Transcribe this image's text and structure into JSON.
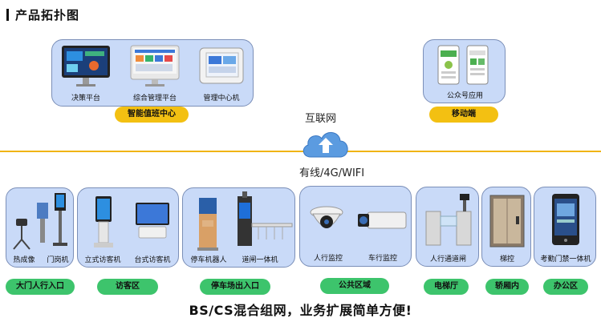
{
  "title": "产品拓扑图",
  "center": {
    "items": [
      "决策平台",
      "综合管理平台",
      "管理中心机"
    ],
    "label": "智能值班中心"
  },
  "mobile": {
    "items": [
      "公众号应用"
    ],
    "label": "移动端"
  },
  "internet": {
    "label": "互联网",
    "link": "有线/4G/WIFI"
  },
  "zones": [
    {
      "items": [
        "热成像",
        "门岗机"
      ],
      "label": "大门人行入口"
    },
    {
      "items": [
        "立式访客机",
        "台式访客机"
      ],
      "label": "访客区"
    },
    {
      "items": [
        "停车机器人",
        "道闸一体机"
      ],
      "label": "停车场出入口"
    },
    {
      "items": [
        "人行监控",
        "车行监控"
      ],
      "label": "公共区域"
    },
    {
      "items": [
        "人行通道闸"
      ],
      "label": "电梯厅"
    },
    {
      "items": [
        "梯控"
      ],
      "label": "轿厢内"
    },
    {
      "items": [
        "考勤门禁一体机"
      ],
      "label": "办公区"
    }
  ],
  "footer": "BS/CS混合组网，业务扩展简单方便!",
  "colors": {
    "panel": "#c9daf8",
    "accent_yellow": "#f3c012",
    "accent_green": "#3dc46c",
    "divider": "#f0b414"
  }
}
